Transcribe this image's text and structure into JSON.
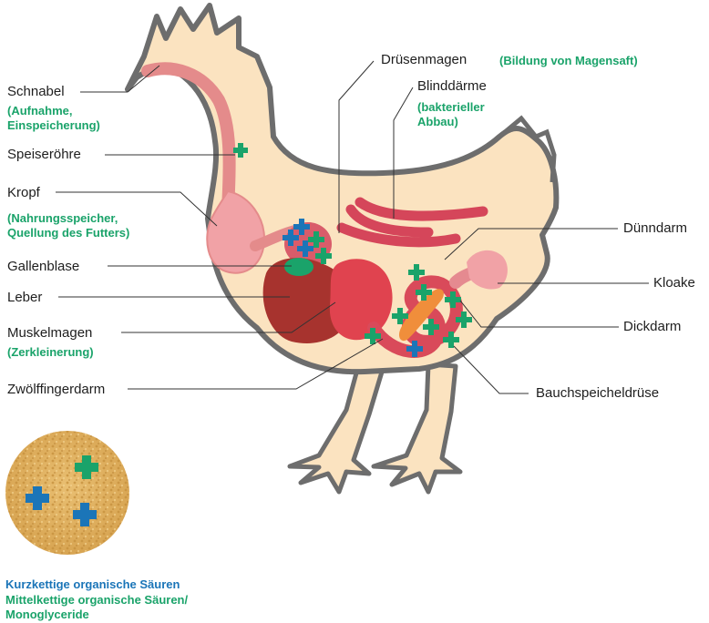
{
  "labels": {
    "schnabel": "Schnabel",
    "schnabel_note_1": "(Aufnahme,",
    "schnabel_note_2": "Einspeicherung)",
    "speiseroehre": "Speiseröhre",
    "kropf": "Kropf",
    "kropf_note_1": "(Nahrungsspeicher,",
    "kropf_note_2": "Quellung des Futters)",
    "gallenblase": "Gallenblase",
    "leber": "Leber",
    "muskelmagen": "Muskelmagen",
    "muskelmagen_note": "(Zerkleinerung)",
    "zwoelffingerdarm": "Zwölffingerdarm",
    "druesenmagen": "Drüsenmagen",
    "druesenmagen_note": "(Bildung von Magensaft)",
    "blinddaerme": "Blinddärme",
    "blinddaerme_note_1": "(bakterieller",
    "blinddaerme_note_2": "Abbau)",
    "duenndarm": "Dünndarm",
    "kloake": "Kloake",
    "dickdarm": "Dickdarm",
    "bauchspeicheldruese": "Bauchspeicheldrüse"
  },
  "legend": {
    "blue_text": "Kurzkettige organische Säuren",
    "green_text_1": "Mittelkettige organische Säuren/",
    "green_text_2": "Monoglyceride"
  },
  "colors": {
    "blue_cross": "#1b75b8",
    "green_cross": "#1aa36a",
    "body": "#fbe3c0",
    "outline": "#6d6d6d"
  }
}
